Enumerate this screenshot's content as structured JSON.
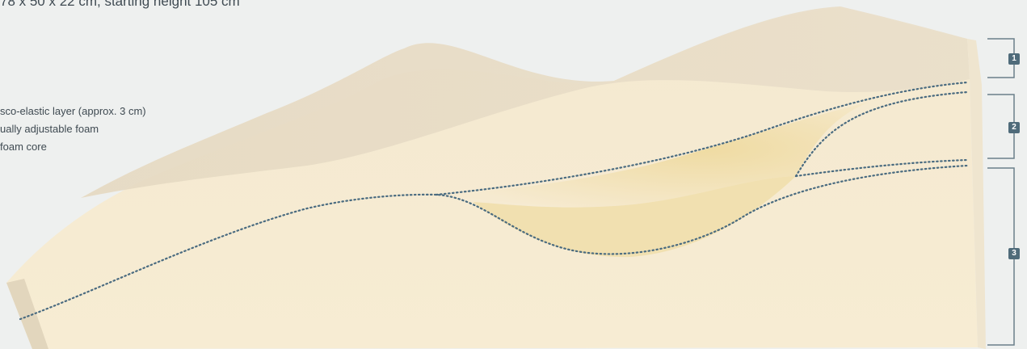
{
  "header": {
    "dimensions_text": "78 x 50 x 22 cm, starting height 105 cm"
  },
  "legend": {
    "items": [
      "sco-elastic layer (approx. 3 cm)",
      "ually adjustable foam",
      "foam core"
    ]
  },
  "markers": [
    "1",
    "2",
    "3"
  ],
  "colors": {
    "background": "#eef0ef",
    "foam_top": "#e6dbc4",
    "foam_body": "#f5ead1",
    "foam_inner": "#f2e2b0",
    "dotted_line": "#4a6b80",
    "bracket": "#6a7f8a",
    "marker_bg": "#4f6b7a"
  }
}
